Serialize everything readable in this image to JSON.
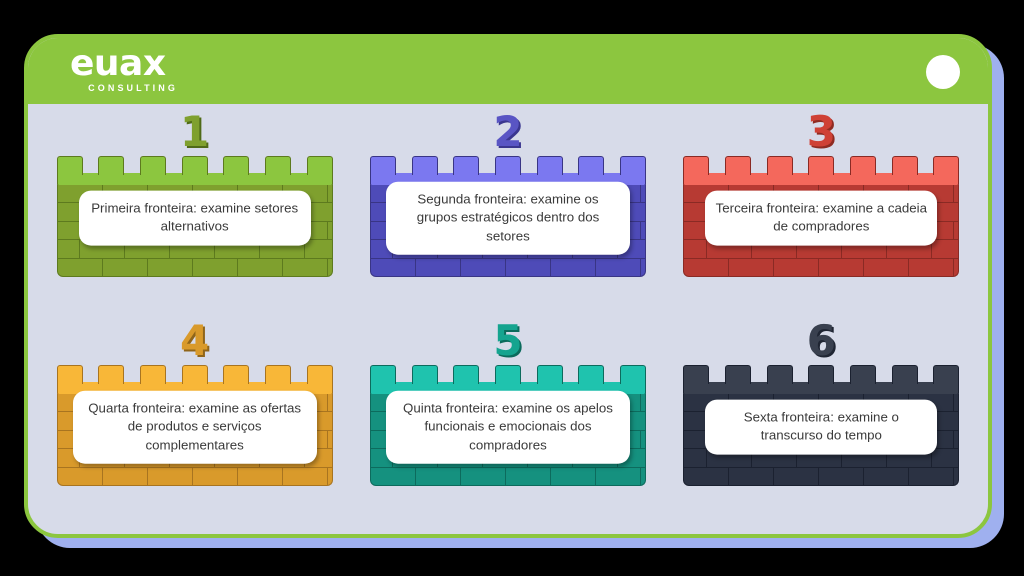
{
  "header": {
    "logo_text": "euax",
    "logo_subtitle": "CONSULTING",
    "dot_icon": "circle-icon",
    "bar_color": "#8cc63f"
  },
  "canvas": {
    "background": "#d7dbe9",
    "border_color": "#8cc63f",
    "shadow_color": "#9fb0ef"
  },
  "blocks": [
    {
      "number": "1",
      "text": "Primeira fronteira: examine setores alternativos",
      "top_color": "#8cc63f",
      "brick_color": "#7fa02e",
      "mortar_color": "#5d7a1e",
      "number_color": "#7fa02e",
      "number_shadow": "#4f6a18"
    },
    {
      "number": "2",
      "text": "Segunda fronteira: examine os grupos estratégicos dentro dos setores",
      "top_color": "#7b78f0",
      "brick_color": "#4e4bb8",
      "mortar_color": "#393585",
      "number_color": "#5955c4",
      "number_shadow": "#3a368f"
    },
    {
      "number": "3",
      "text": "Terceira fronteira: examine a cadeia de compradores",
      "top_color": "#f4685c",
      "brick_color": "#b73a33",
      "mortar_color": "#8a2a24",
      "number_color": "#cf4136",
      "number_shadow": "#8f2b22"
    },
    {
      "number": "4",
      "text": "Quarta fronteira: examine as ofertas de produtos e serviços complementares",
      "top_color": "#f8b738",
      "brick_color": "#d99a2b",
      "mortar_color": "#a87420",
      "number_color": "#d99a2b",
      "number_shadow": "#8f651a"
    },
    {
      "number": "5",
      "text": "Quinta fronteira: examine os apelos funcionais e emocionais dos compradores",
      "top_color": "#1fc3ae",
      "brick_color": "#15917f",
      "mortar_color": "#0d6b5d",
      "number_color": "#15a48f",
      "number_shadow": "#0b6b5c"
    },
    {
      "number": "6",
      "text": "Sexta fronteira: examine o transcurso do tempo",
      "top_color": "#39404f",
      "brick_color": "#2b3243",
      "mortar_color": "#1b2130",
      "number_color": "#39404f",
      "number_shadow": "#1f2533"
    }
  ]
}
